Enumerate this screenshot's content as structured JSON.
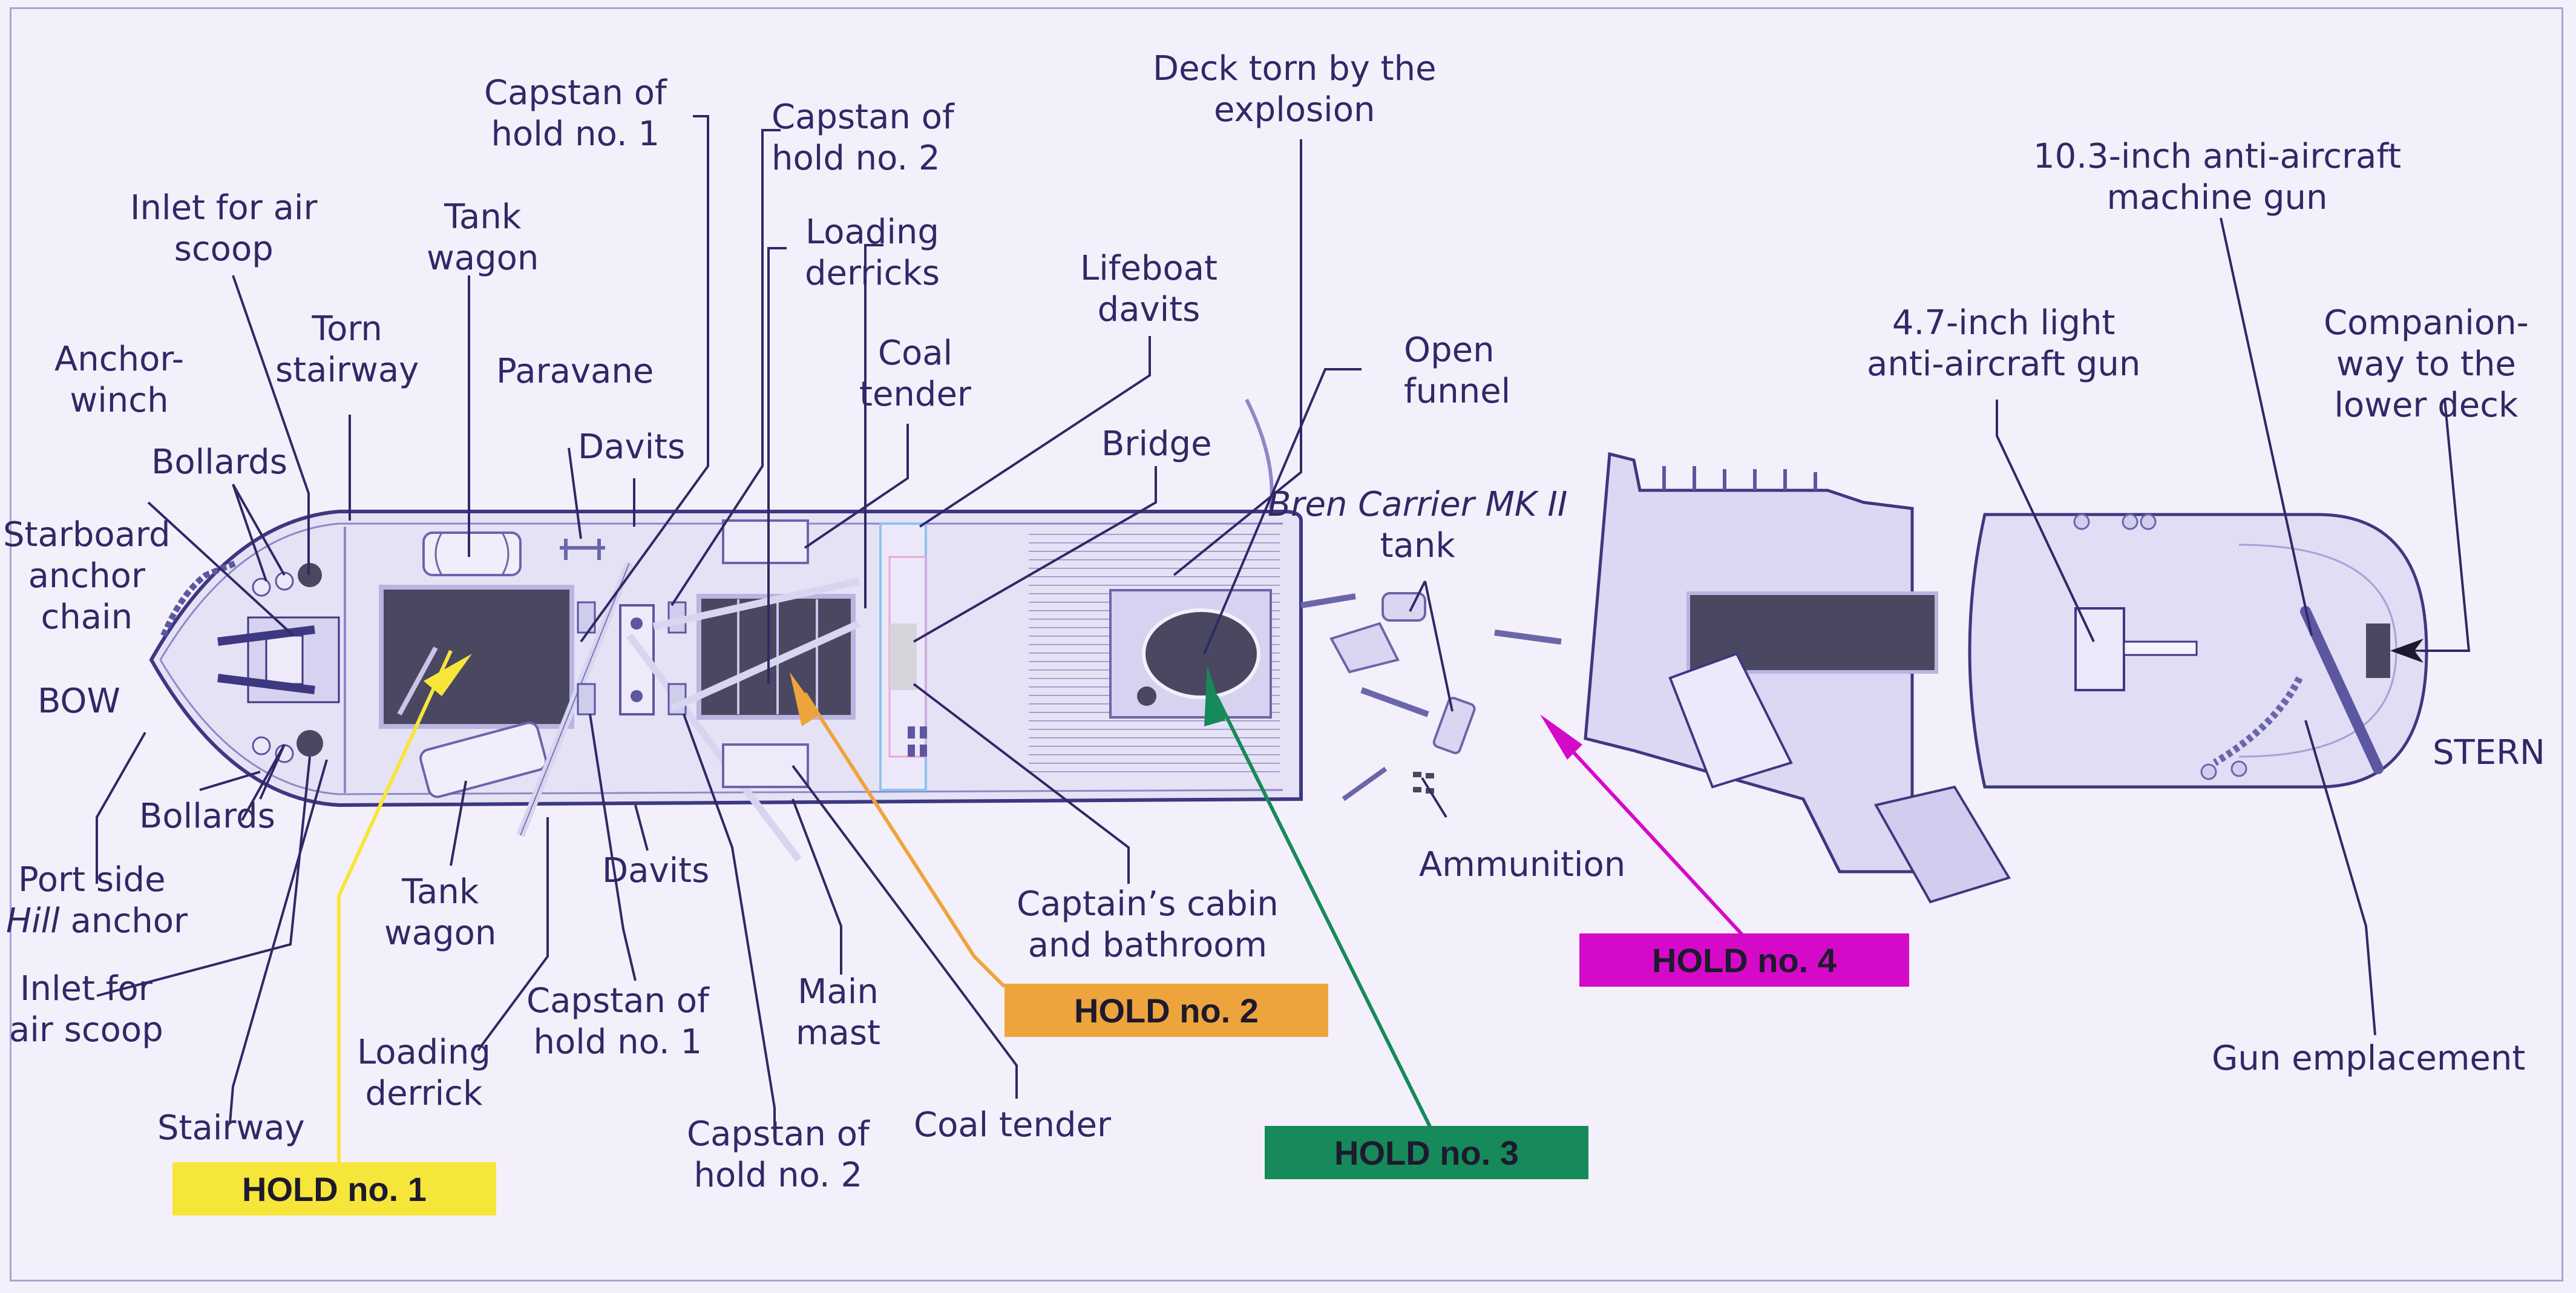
{
  "labels": {
    "capstan_hold1_top": [
      "Capstan of",
      "hold no. 1"
    ],
    "capstan_hold2_top": [
      "Capstan of",
      "hold no. 2"
    ],
    "deck_torn": [
      "Deck torn by the",
      "explosion"
    ],
    "inlet_air_scoop_top": [
      "Inlet for air",
      "scoop"
    ],
    "tank_wagon_top": [
      "Tank",
      "wagon"
    ],
    "loading_derricks": [
      "Loading",
      "derricks"
    ],
    "lifeboat_davits": [
      "Lifeboat",
      "davits"
    ],
    "torn_stairway": [
      "Torn",
      "stairway"
    ],
    "coal_tender_top": [
      "Coal",
      "tender"
    ],
    "open_funnel": [
      "Open",
      "funnel"
    ],
    "anchor_winch": [
      "Anchor-",
      "winch"
    ],
    "paravane": "Paravane",
    "davits_top": "Davits",
    "bridge": "Bridge",
    "bollards_top": "Bollards",
    "starboard_anchor_chain": [
      "Starboard",
      "anchor",
      "chain"
    ],
    "bow": "BOW",
    "bollards_bottom": "Bollards",
    "port_side_hill_anchor": {
      "line1": "Port side",
      "italic": "Hill",
      "rest": " anchor"
    },
    "inlet_air_scoop_bottom": [
      "Inlet for",
      "air scoop"
    ],
    "tank_wagon_bottom": [
      "Tank",
      "wagon"
    ],
    "davits_bottom": "Davits",
    "stairway": "Stairway",
    "loading_derrick": [
      "Loading",
      "derrick"
    ],
    "capstan_hold1_bottom": [
      "Capstan of",
      "hold no. 1"
    ],
    "main_mast": [
      "Main",
      "mast"
    ],
    "capstan_hold2_bottom": [
      "Capstan of",
      "hold no. 2"
    ],
    "coal_tender_bottom": "Coal tender",
    "captains_cabin": [
      "Captain’s cabin",
      "and bathroom"
    ],
    "bren_carrier": {
      "italic": "Bren Carrier MK II",
      "line2": "tank"
    },
    "ammunition": "Ammunition",
    "light_aa_gun": [
      "4.7-inch light",
      "anti-aircraft gun"
    ],
    "aa_machine_gun": [
      "10.3-inch anti-aircraft",
      "machine gun"
    ],
    "companionway": [
      "Companion-",
      "way to the",
      "lower deck"
    ],
    "stern": "STERN",
    "gun_emplacement": "Gun emplacement"
  },
  "holds": [
    {
      "label": "HOLD no. 1",
      "color": "#f7e63a"
    },
    {
      "label": "HOLD no. 2",
      "color": "#eea43c"
    },
    {
      "label": "HOLD no. 3",
      "color": "#168a5a"
    },
    {
      "label": "HOLD no. 4",
      "color": "#d50ac8"
    }
  ],
  "colors": {
    "ink": "#2f2966",
    "hull_fill": "#e4e0f5",
    "hatch_dark": "#4a4760",
    "background": "#f4f0fb"
  }
}
